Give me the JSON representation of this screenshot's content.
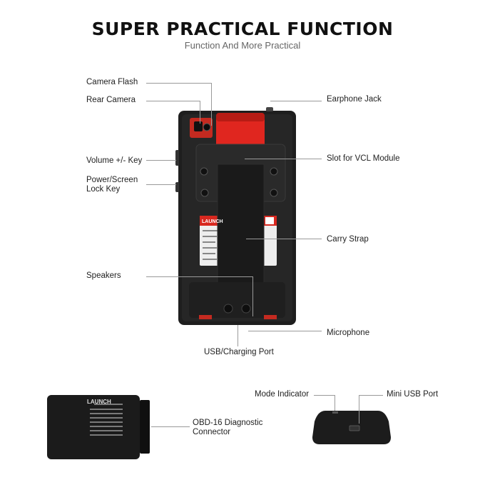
{
  "header": {
    "title": "SUPER PRACTICAL FUNCTION",
    "subtitle": "Function And More Practical"
  },
  "callouts": {
    "camera_flash": "Camera Flash",
    "rear_camera": "Rear Camera",
    "volume_key": "Volume +/- Key",
    "power_key_line1": "Power/Screen",
    "power_key_line2": "Lock Key",
    "speakers": "Speakers",
    "earphone_jack": "Earphone Jack",
    "slot_vcl": "Slot for VCL Module",
    "carry_strap": "Carry Strap",
    "microphone": "Microphone",
    "usb_port": "USB/Charging Port",
    "obd_line1": "OBD-16 Diagnostic",
    "obd_line2": "Connector",
    "mode_indicator": "Mode Indicator",
    "mini_usb": "Mini USB Port"
  },
  "product": {
    "brand": "LAUNCH",
    "colors": {
      "device_body": "#1e1e1e",
      "module_red": "#e0261f",
      "label_red": "#d8281f",
      "callout_line": "#9a9a9a"
    }
  }
}
